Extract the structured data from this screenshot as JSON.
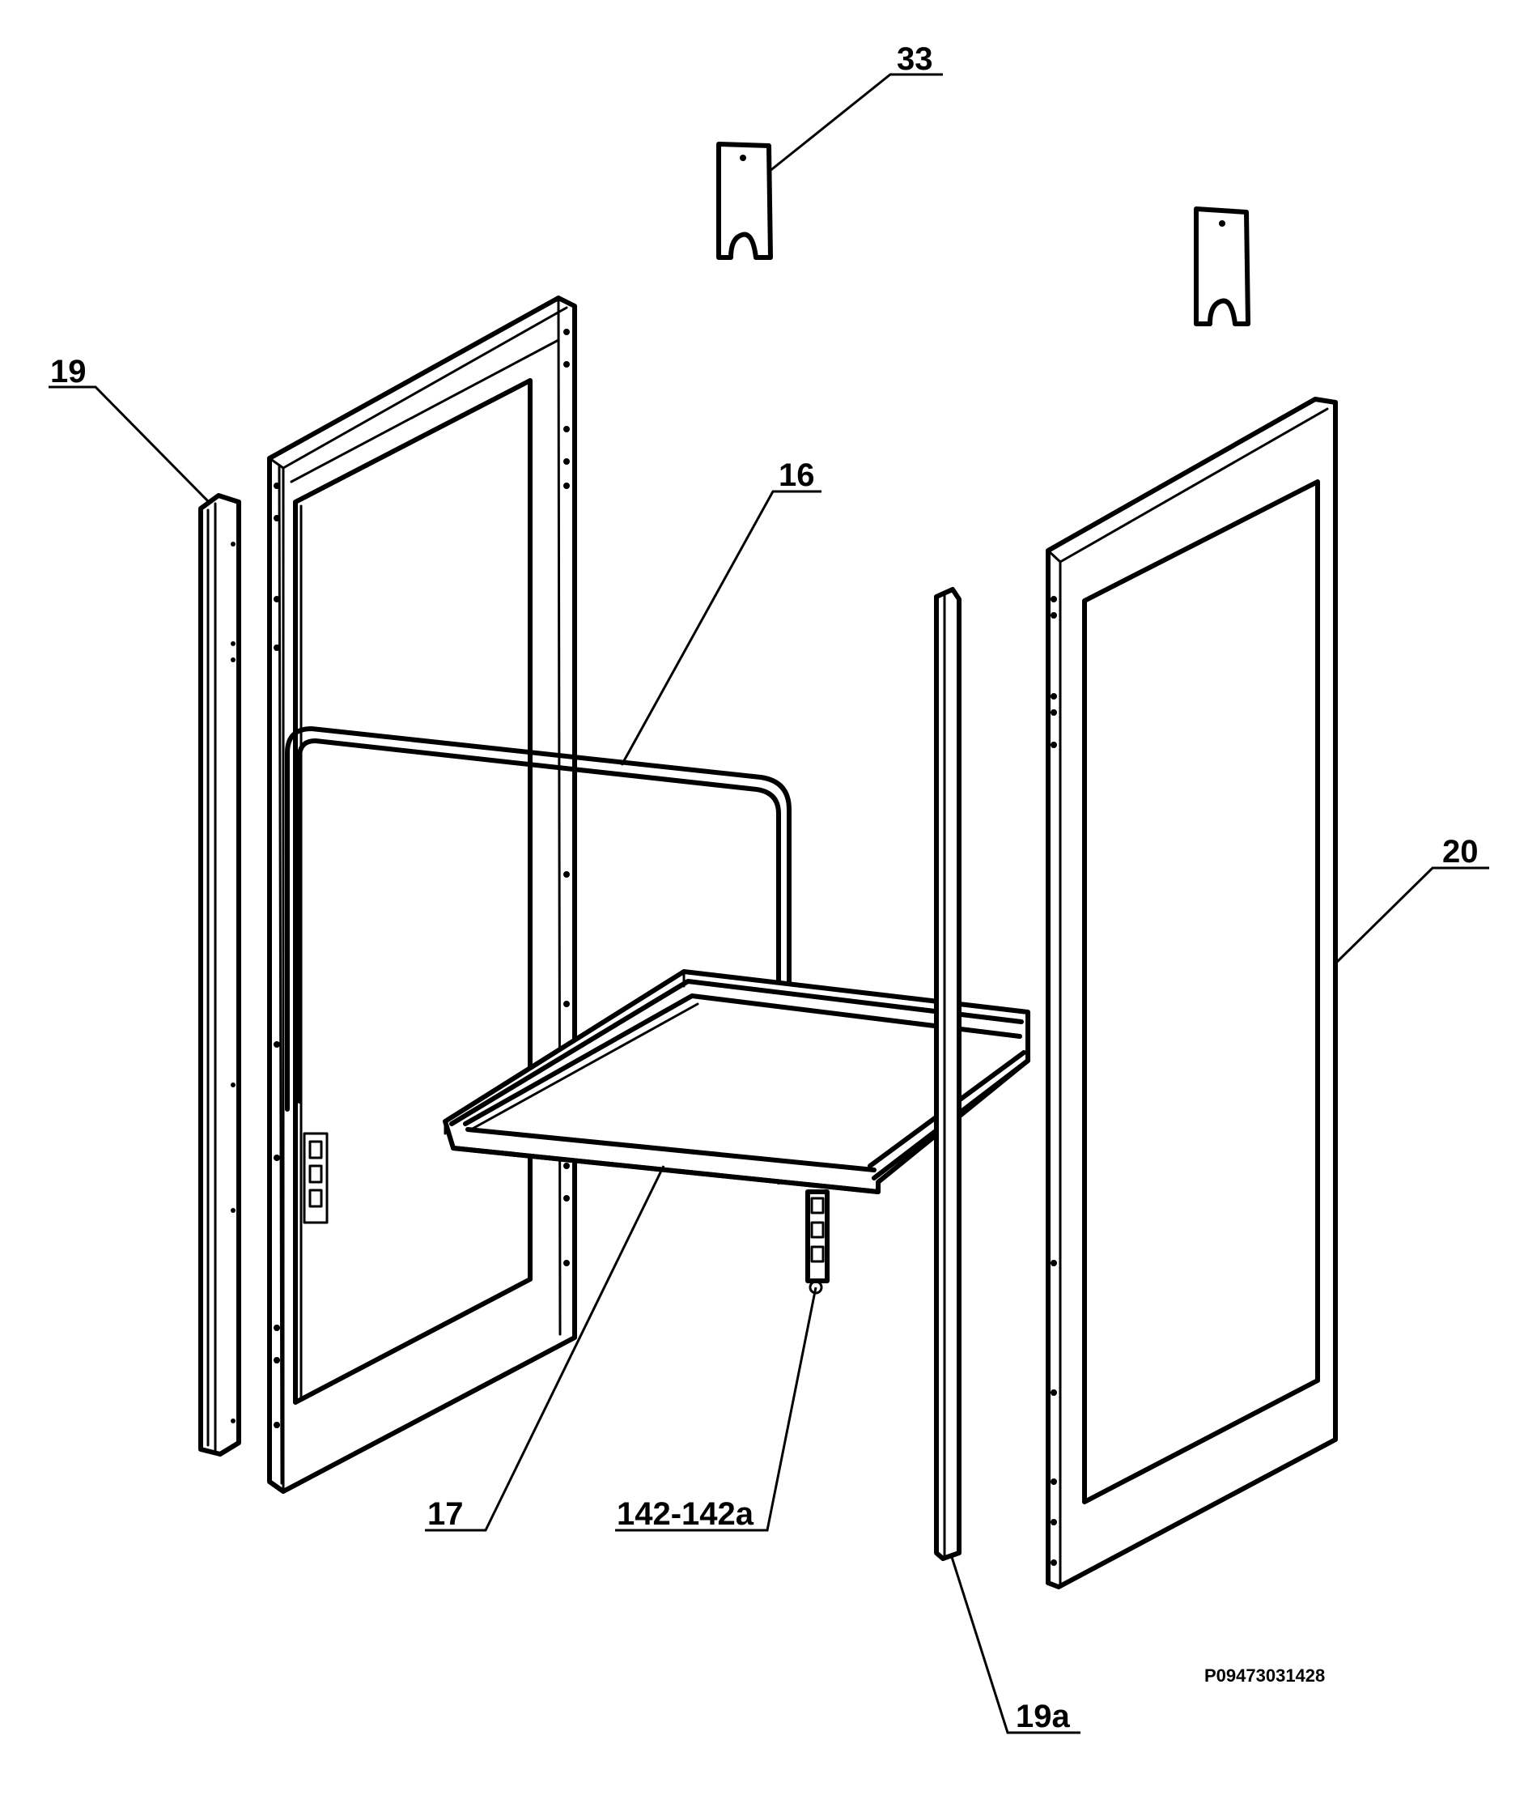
{
  "labels": {
    "p33": "33",
    "p19": "19",
    "p16": "16",
    "p20": "20",
    "p17": "17",
    "p142": "142-142a",
    "p19a": "19a"
  },
  "drawing_code": "P09473031428"
}
